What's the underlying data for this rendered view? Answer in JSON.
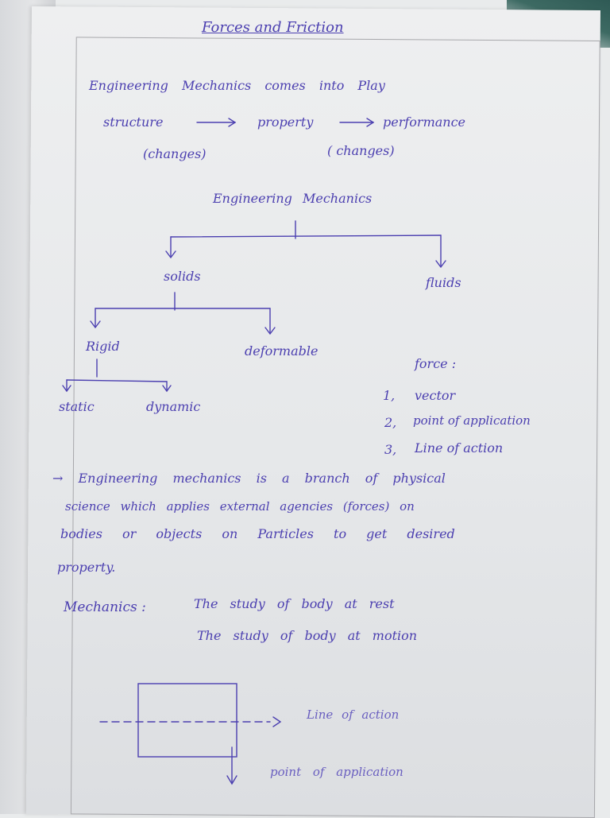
{
  "title": "Forces and Friction",
  "intro": {
    "line": "Engineering Mechanics comes into Play",
    "flow": {
      "a": "structure",
      "b": "property",
      "c": "performance",
      "changes_left": "(changes)",
      "changes_right": "( changes)"
    }
  },
  "tree": {
    "root": "Engineering Mechanics",
    "solids": "solids",
    "fluids": "fluids",
    "rigid": "Rigid",
    "deformable": "deformable",
    "static": "static",
    "dynamic": "dynamic"
  },
  "force": {
    "heading": "force :",
    "items": [
      {
        "num": "1,",
        "text": "vector"
      },
      {
        "num": "2,",
        "text": "point of application"
      },
      {
        "num": "3,",
        "text": "Line of action"
      }
    ]
  },
  "definition": {
    "line1": "→ Engineering mechanics is a branch of physical",
    "line2": "science which applies external agencies (forces) on",
    "line3": "bodies or objects on Particles to get desired",
    "line4": "property."
  },
  "mechanics": {
    "label": "Mechanics :",
    "rest": "The study of body at rest",
    "motion": "The study of body at motion"
  },
  "diagram": {
    "line_of_action": "Line of action",
    "point_of_application": "point of application"
  },
  "colors": {
    "ink": "#4b3fb0",
    "paper": "#e9ebed",
    "frame": "#a7a7ab"
  }
}
